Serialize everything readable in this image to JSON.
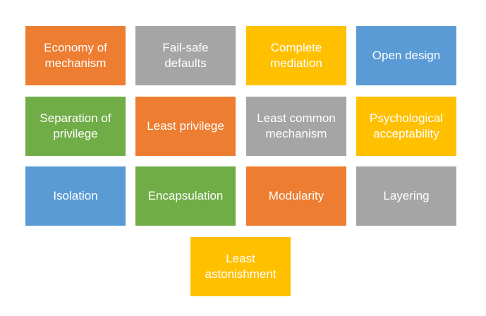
{
  "colors": {
    "orange": "#ED7D31",
    "gray": "#A5A5A5",
    "yellow": "#FFC000",
    "blue": "#5B9BD5",
    "green": "#70AD47"
  },
  "principles": [
    {
      "label": "Economy of\nmechanism",
      "color": "orange"
    },
    {
      "label": "Fail-safe\ndefaults",
      "color": "gray"
    },
    {
      "label": "Complete\nmediation",
      "color": "yellow"
    },
    {
      "label": "Open design",
      "color": "blue"
    },
    {
      "label": "Separation of\nprivilege",
      "color": "green"
    },
    {
      "label": "Least privilege",
      "color": "orange"
    },
    {
      "label": "Least common\nmechanism",
      "color": "gray"
    },
    {
      "label": "Psychological\nacceptability",
      "color": "yellow"
    },
    {
      "label": "Isolation",
      "color": "blue"
    },
    {
      "label": "Encapsulation",
      "color": "green"
    },
    {
      "label": "Modularity",
      "color": "orange"
    },
    {
      "label": "Layering",
      "color": "gray"
    },
    {
      "label": "Least\nastonishment",
      "color": "yellow"
    }
  ]
}
